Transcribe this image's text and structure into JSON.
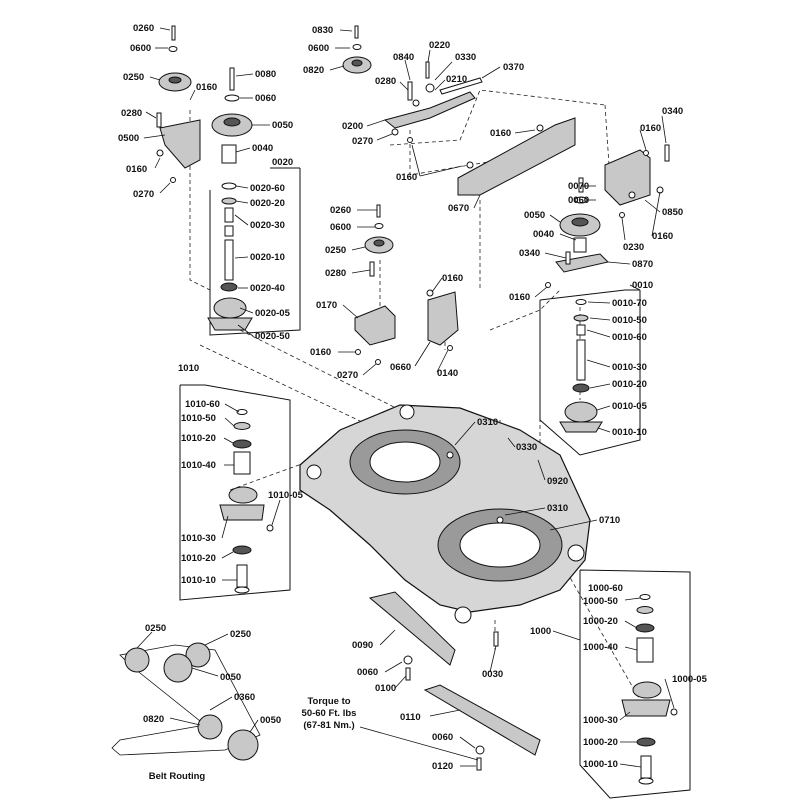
{
  "labels": [
    {
      "key": "a1",
      "text": "0260"
    },
    {
      "key": "a2",
      "text": "0600"
    },
    {
      "key": "a3",
      "text": "0250"
    },
    {
      "key": "a4",
      "text": "0160"
    },
    {
      "key": "a5",
      "text": "0080"
    },
    {
      "key": "a6",
      "text": "0060"
    },
    {
      "key": "a7",
      "text": "0280"
    },
    {
      "key": "a8",
      "text": "0050"
    },
    {
      "key": "a9",
      "text": "0500"
    },
    {
      "key": "a10",
      "text": "0040"
    },
    {
      "key": "a11",
      "text": "0160"
    },
    {
      "key": "a12",
      "text": "0270"
    },
    {
      "key": "a13",
      "text": "0020"
    },
    {
      "key": "a14",
      "text": "0020-60"
    },
    {
      "key": "a15",
      "text": "0020-20"
    },
    {
      "key": "a16",
      "text": "0020-30"
    },
    {
      "key": "a17",
      "text": "0020-10"
    },
    {
      "key": "a18",
      "text": "0020-40"
    },
    {
      "key": "a19",
      "text": "0020-05"
    },
    {
      "key": "a20",
      "text": "0020-50"
    },
    {
      "key": "b1",
      "text": "0830"
    },
    {
      "key": "b2",
      "text": "0600"
    },
    {
      "key": "b3",
      "text": "0820"
    },
    {
      "key": "b4",
      "text": "0840"
    },
    {
      "key": "b5",
      "text": "0220"
    },
    {
      "key": "b6",
      "text": "0330"
    },
    {
      "key": "b7",
      "text": "0370"
    },
    {
      "key": "b8",
      "text": "0280"
    },
    {
      "key": "b9",
      "text": "0210"
    },
    {
      "key": "b10",
      "text": "0200"
    },
    {
      "key": "b11",
      "text": "0270"
    },
    {
      "key": "b12",
      "text": "0160"
    },
    {
      "key": "b13",
      "text": "0160"
    },
    {
      "key": "b14",
      "text": "0670"
    },
    {
      "key": "c1",
      "text": "0340"
    },
    {
      "key": "c2",
      "text": "0160"
    },
    {
      "key": "c3",
      "text": "0070"
    },
    {
      "key": "c4",
      "text": "0060"
    },
    {
      "key": "c5",
      "text": "0850"
    },
    {
      "key": "c6",
      "text": "0050"
    },
    {
      "key": "c7",
      "text": "0230"
    },
    {
      "key": "c8",
      "text": "0160"
    },
    {
      "key": "c9",
      "text": "0040"
    },
    {
      "key": "c10",
      "text": "0340"
    },
    {
      "key": "c11",
      "text": "0870"
    },
    {
      "key": "c12",
      "text": "0010"
    },
    {
      "key": "c13",
      "text": "0160"
    },
    {
      "key": "c14",
      "text": "0010-70"
    },
    {
      "key": "c15",
      "text": "0010-50"
    },
    {
      "key": "c16",
      "text": "0010-60"
    },
    {
      "key": "c17",
      "text": "0010-30"
    },
    {
      "key": "c18",
      "text": "0010-20"
    },
    {
      "key": "c19",
      "text": "0010-05"
    },
    {
      "key": "c20",
      "text": "0010-10"
    },
    {
      "key": "d1",
      "text": "0260"
    },
    {
      "key": "d2",
      "text": "0600"
    },
    {
      "key": "d3",
      "text": "0250"
    },
    {
      "key": "d4",
      "text": "0280"
    },
    {
      "key": "d5",
      "text": "0160"
    },
    {
      "key": "d6",
      "text": "0170"
    },
    {
      "key": "d7",
      "text": "0160"
    },
    {
      "key": "d8",
      "text": "0270"
    },
    {
      "key": "d9",
      "text": "0660"
    },
    {
      "key": "d10",
      "text": "0140"
    },
    {
      "key": "e1",
      "text": "1010"
    },
    {
      "key": "e2",
      "text": "1010-60"
    },
    {
      "key": "e3",
      "text": "1010-50"
    },
    {
      "key": "e4",
      "text": "1010-20"
    },
    {
      "key": "e5",
      "text": "1010-40"
    },
    {
      "key": "e6",
      "text": "1010-05"
    },
    {
      "key": "e7",
      "text": "1010-30"
    },
    {
      "key": "e8",
      "text": "1010-20"
    },
    {
      "key": "e9",
      "text": "1010-10"
    },
    {
      "key": "f1",
      "text": "0310"
    },
    {
      "key": "f2",
      "text": "0330"
    },
    {
      "key": "f3",
      "text": "0920"
    },
    {
      "key": "f4",
      "text": "0310"
    },
    {
      "key": "f5",
      "text": "0710"
    },
    {
      "key": "g1",
      "text": "1000-60"
    },
    {
      "key": "g2",
      "text": "1000-50"
    },
    {
      "key": "g3",
      "text": "1000-20"
    },
    {
      "key": "g4",
      "text": "1000"
    },
    {
      "key": "g5",
      "text": "1000-40"
    },
    {
      "key": "g6",
      "text": "1000-05"
    },
    {
      "key": "g7",
      "text": "1000-30"
    },
    {
      "key": "g8",
      "text": "1000-20"
    },
    {
      "key": "g9",
      "text": "1000-10"
    },
    {
      "key": "h1",
      "text": "0090"
    },
    {
      "key": "h2",
      "text": "0060"
    },
    {
      "key": "h3",
      "text": "0030"
    },
    {
      "key": "h4",
      "text": "0100"
    },
    {
      "key": "h5",
      "text": "0110"
    },
    {
      "key": "h6",
      "text": "0060"
    },
    {
      "key": "h7",
      "text": "0120"
    },
    {
      "key": "i1",
      "text": "0250"
    },
    {
      "key": "i2",
      "text": "0250"
    },
    {
      "key": "i3",
      "text": "0050"
    },
    {
      "key": "i4",
      "text": "0360"
    },
    {
      "key": "i5",
      "text": "0820"
    },
    {
      "key": "i6",
      "text": "0050"
    }
  ],
  "notes": {
    "torque_line1": "Torque to",
    "torque_line2": "50-60 Ft. lbs",
    "torque_line3": "(67-81 Nm.)",
    "belt_routing": "Belt Routing"
  }
}
